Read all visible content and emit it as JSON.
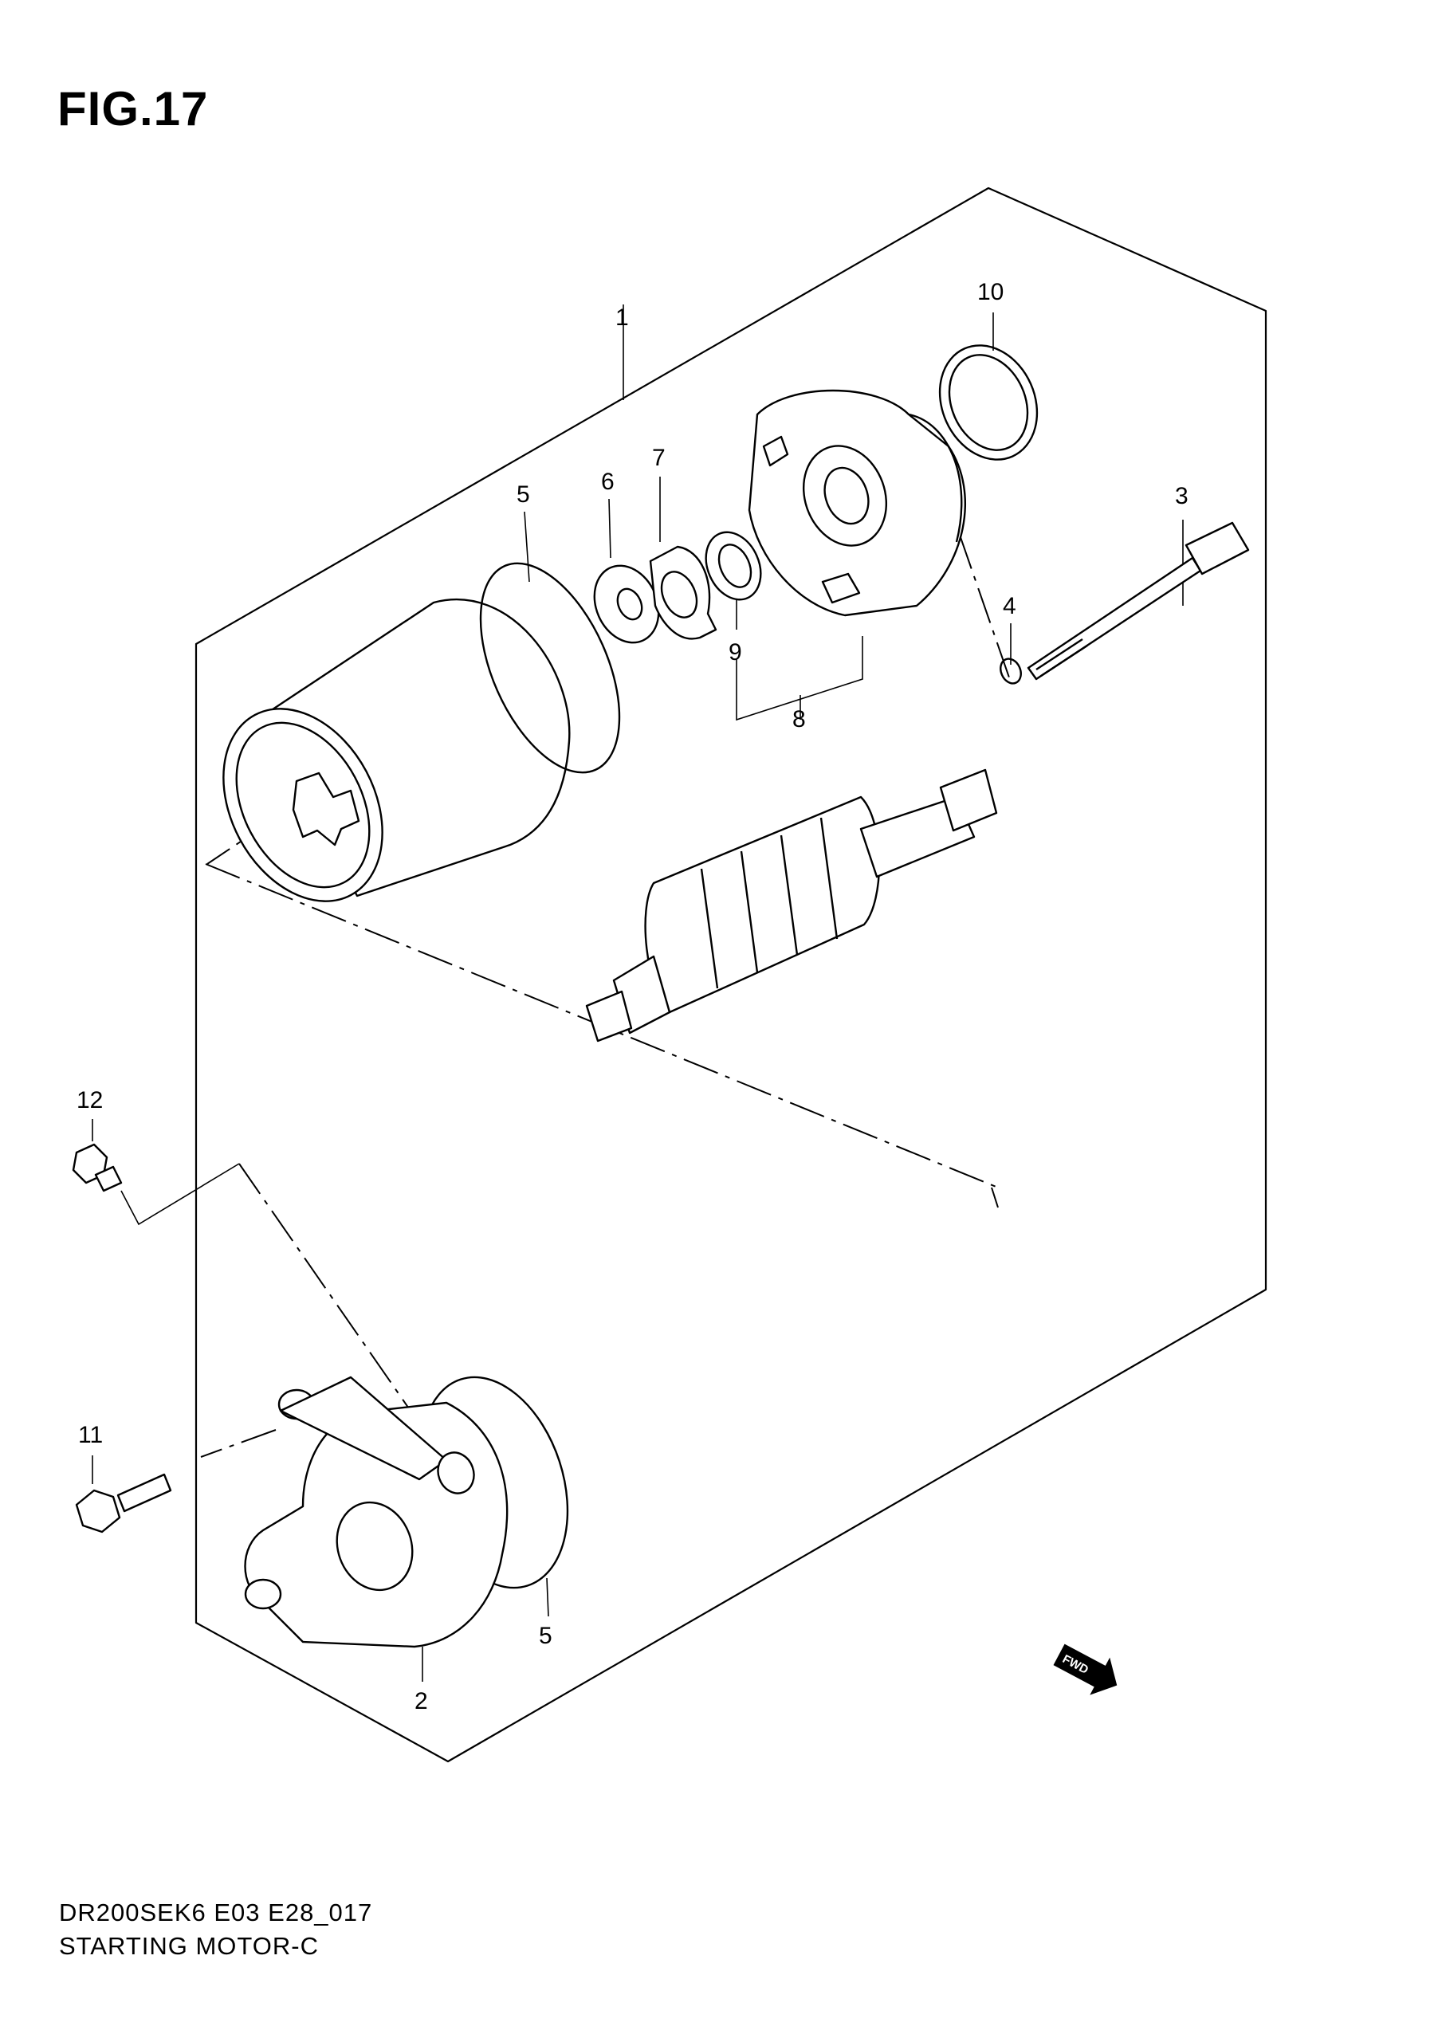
{
  "figure": {
    "title": "FIG.17"
  },
  "footer": {
    "model_code": "DR200SEK6 E03 E28_017",
    "section_name": "STARTING MOTOR-C"
  },
  "callouts": [
    {
      "id": "c1",
      "label": "1"
    },
    {
      "id": "c2",
      "label": "2"
    },
    {
      "id": "c3",
      "label": "3"
    },
    {
      "id": "c4",
      "label": "4"
    },
    {
      "id": "c5a",
      "label": "5"
    },
    {
      "id": "c5b",
      "label": "5"
    },
    {
      "id": "c6",
      "label": "6"
    },
    {
      "id": "c7",
      "label": "7"
    },
    {
      "id": "c8",
      "label": "8"
    },
    {
      "id": "c9",
      "label": "9"
    },
    {
      "id": "c10",
      "label": "10"
    },
    {
      "id": "c11",
      "label": "11"
    },
    {
      "id": "c12",
      "label": "12"
    }
  ],
  "direction_badge": {
    "label": "FWD",
    "icon": "fwd-arrow-icon"
  }
}
